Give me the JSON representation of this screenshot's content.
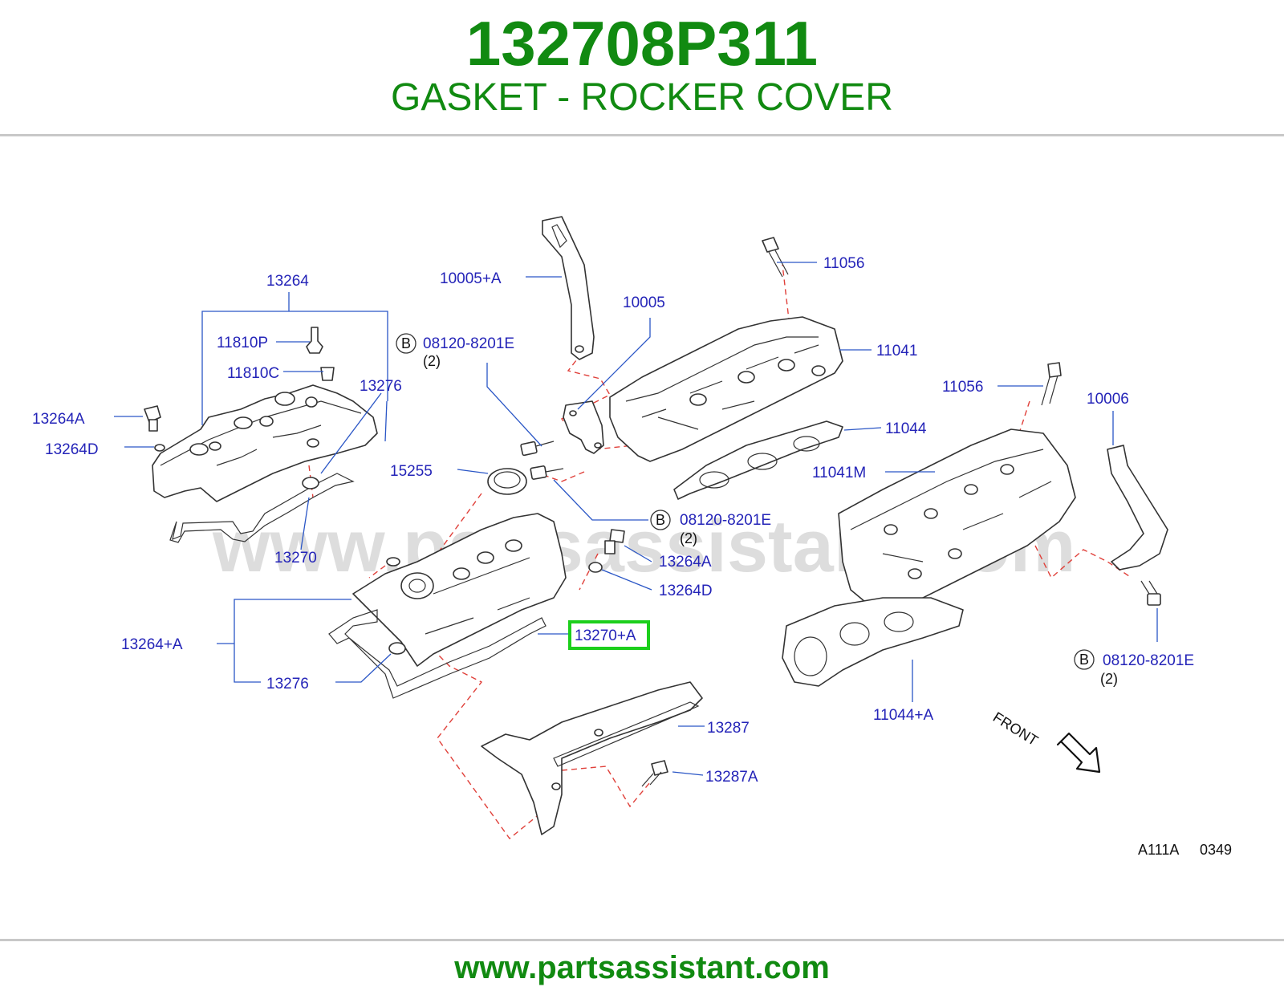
{
  "header": {
    "part_number": "132708P311",
    "part_name": "GASKET - ROCKER COVER"
  },
  "watermark": "www.partsassistant.com",
  "footer": {
    "url": "www.partsassistant.com"
  },
  "diagram": {
    "code": "A111A",
    "number": "0349",
    "front_label": "FRONT",
    "colors": {
      "label": "#2424b8",
      "leader": "#2a56c6",
      "highlight": "#1ccf1c",
      "brand": "#118a11",
      "dash": "#e0403a"
    },
    "callouts": {
      "c13264": "13264",
      "c11810p": "11810P",
      "c11810c": "11810C",
      "c13276_top": "13276",
      "c13264a_left": "13264A",
      "c13264d_left": "13264D",
      "c13270": "13270",
      "c10005a": "10005+A",
      "c10005": "10005",
      "c08120_1": "08120-8201E",
      "c08120_1_qty": "(2)",
      "c15255": "15255",
      "c08120_2": "08120-8201E",
      "c08120_2_qty": "(2)",
      "c13264a_mid": "13264A",
      "c13264d_mid": "13264D",
      "c13270a": "13270+A",
      "c13264plus": "13264+A",
      "c13276_bottom": "13276",
      "c13287": "13287",
      "c13287a": "13287A",
      "c11056_top": "11056",
      "c11041": "11041",
      "c11044": "11044",
      "c11056_mid": "11056",
      "c10006": "10006",
      "c11041m": "11041M",
      "c08120_3": "08120-8201E",
      "c08120_3_qty": "(2)",
      "c11044a": "11044+A",
      "b_marker": "B"
    },
    "highlighted_callout": "13270+A"
  }
}
